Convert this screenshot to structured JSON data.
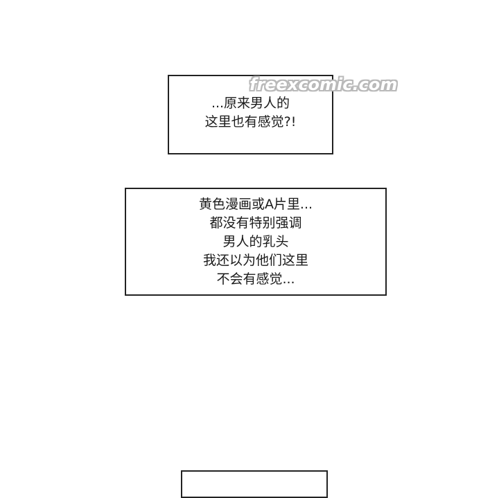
{
  "watermark": "freexcomic.com",
  "panels": [
    {
      "lines": [
        "...原来男人的",
        "这里也有感觉?!"
      ]
    },
    {
      "lines": [
        "黄色漫画或A片里...",
        "都没有特别强调",
        "男人的乳头",
        "我还以为他们这里",
        "不会有感觉..."
      ]
    },
    {
      "lines": []
    }
  ]
}
